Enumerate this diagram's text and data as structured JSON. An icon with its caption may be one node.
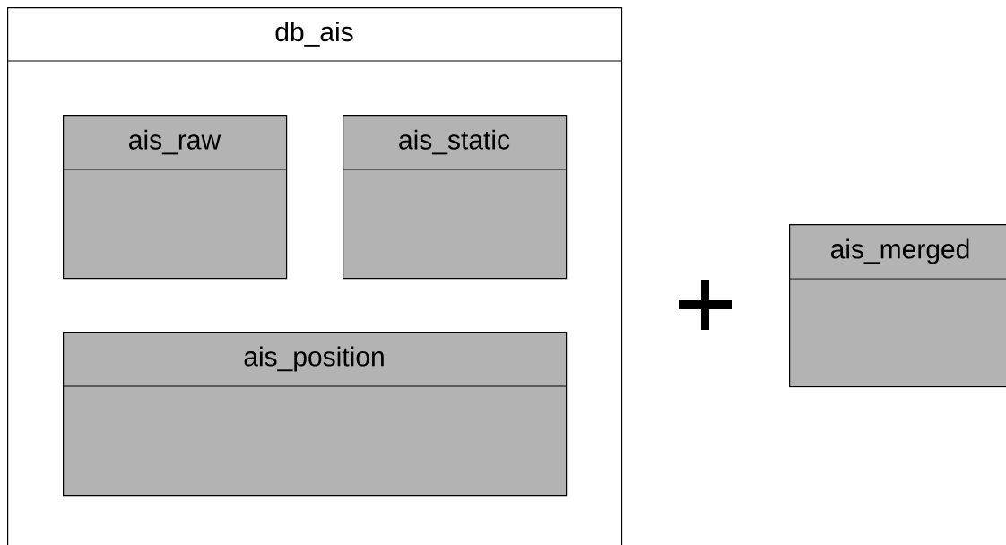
{
  "diagram": {
    "nodes": [
      {
        "text": [
          "db_ais"
        ]
      },
      {
        "text": [
          "ais_raw"
        ],
        "in": 0
      },
      {
        "text": [
          "ais_static"
        ],
        "in": 0
      },
      {
        "text": [
          "ais_position"
        ],
        "in": 0
      },
      {
        "text": [
          "ais_merged"
        ]
      }
    ]
  }
}
